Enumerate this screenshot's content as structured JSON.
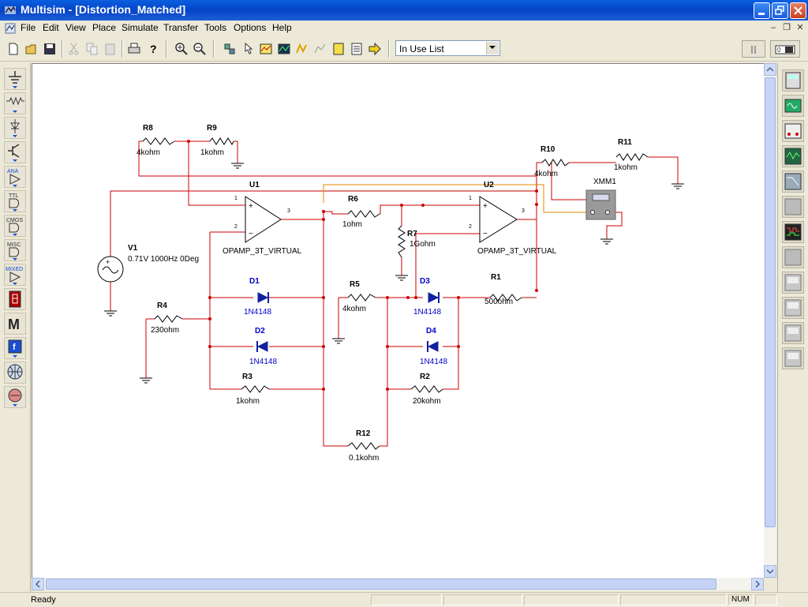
{
  "window": {
    "title": "Multisim - [Distortion_Matched]"
  },
  "menu": {
    "items": [
      "File",
      "Edit",
      "View",
      "Place",
      "Simulate",
      "Transfer",
      "Tools",
      "Options",
      "Help"
    ]
  },
  "toolbar": {
    "icons": [
      "new-icon",
      "open-icon",
      "save-icon",
      "cut-icon",
      "copy-icon",
      "paste-icon",
      "print-icon",
      "help-icon",
      "zoom-in-icon",
      "zoom-out-icon",
      "component-icon",
      "pointer-icon",
      "grapher-icon",
      "postprocessor-icon",
      "wire-icon",
      "bus-icon",
      "subcircuit-icon",
      "list-icon",
      "run-icon"
    ],
    "in_use_list": "In Use List"
  },
  "left_toolbar": {
    "items": [
      "sources-icon",
      "basic-icon",
      "diode-icon",
      "transistor-icon",
      "analog-icon",
      "ttl-icon",
      "cmos-icon",
      "misc-digital-icon",
      "mixed-icon",
      "indicator-icon",
      "misc-icon",
      "rf-icon",
      "electromechanical-icon",
      "ladder-icon"
    ],
    "labels": {
      "analog": "ANA",
      "ttl": "TTL",
      "cmos": "CMOS",
      "misc": "MISC",
      "mixed": "MIXED",
      "misc_m": "M",
      "rf_f": "f"
    }
  },
  "right_toolbar": {
    "items": [
      "multimeter-icon",
      "function-generator-icon",
      "wattmeter-icon",
      "oscilloscope-icon",
      "bode-plotter-icon",
      "word-generator-icon",
      "logic-analyzer-icon",
      "logic-converter-icon",
      "distortion-analyzer-icon",
      "spectrum-analyzer-icon",
      "network-analyzer-icon",
      "iv-analyzer-icon"
    ]
  },
  "schematic": {
    "components": {
      "R8": {
        "ref": "R8",
        "value": "4kohm"
      },
      "R9": {
        "ref": "R9",
        "value": "1kohm"
      },
      "R10": {
        "ref": "R10",
        "value": "4kohm"
      },
      "R11": {
        "ref": "R11",
        "value": "1kohm"
      },
      "U1": {
        "ref": "U1",
        "value": "OPAMP_3T_VIRTUAL"
      },
      "U2": {
        "ref": "U2",
        "value": "OPAMP_3T_VIRTUAL"
      },
      "R6": {
        "ref": "R6",
        "value": "1ohm"
      },
      "R7": {
        "ref": "R7",
        "value": "1Gohm"
      },
      "V1": {
        "ref": "V1",
        "value": "0.71V 1000Hz 0Deg"
      },
      "D1": {
        "ref": "D1",
        "value": "1N4148"
      },
      "D2": {
        "ref": "D2",
        "value": "1N4148"
      },
      "D3": {
        "ref": "D3",
        "value": "1N4148"
      },
      "D4": {
        "ref": "D4",
        "value": "1N4148"
      },
      "R4": {
        "ref": "R4",
        "value": "230ohm"
      },
      "R5": {
        "ref": "R5",
        "value": "4kohm"
      },
      "R1": {
        "ref": "R1",
        "value": "500ohm"
      },
      "R3": {
        "ref": "R3",
        "value": "1kohm"
      },
      "R2": {
        "ref": "R2",
        "value": "20kohm"
      },
      "R12": {
        "ref": "R12",
        "value": "0.1kohm"
      },
      "XMM1": {
        "ref": "XMM1"
      }
    },
    "pins": {
      "u1_in_plus": "1",
      "u1_in_minus": "2",
      "u1_out": "3",
      "u2_in_plus": "1",
      "u2_in_minus": "2",
      "u2_out": "3"
    },
    "colors": {
      "wire": "#cc0000",
      "probe_wire": "#e08a00",
      "component": "#000000",
      "diode": "#1020a0",
      "diode_label": "#0000cc"
    }
  },
  "status": {
    "text": "Ready",
    "num": "NUM"
  }
}
